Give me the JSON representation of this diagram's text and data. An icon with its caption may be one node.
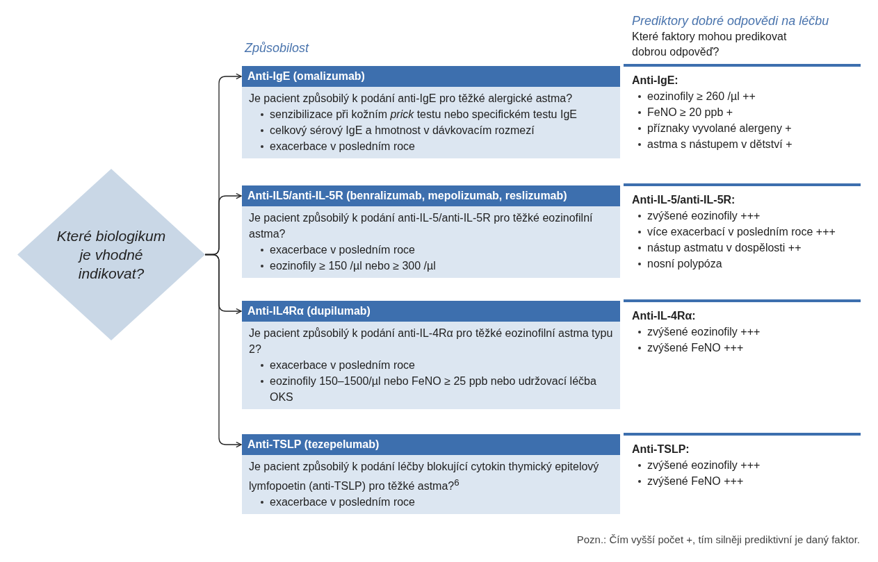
{
  "diagram": {
    "nodes": [
      {
        "text": [
          "Které biologikum je vhodné indikovat?"
        ]
      },
      {
        "text": [
          "**Anti-IgE** (omalizumab)",
          "Je pacient způsobilý k podání anti-IgE pro těžké alergické astma?",
          "senzibilizace při kožním *prick* testu nebo specifickém testu IgE",
          "celkový sérový IgE a hmotnost v dávkovacím rozmezí",
          "exacerbace v posledním roce"
        ]
      },
      {
        "text": [
          "Anti-IgE:",
          "eozinofily ≥ 260 /µl ++",
          "FeNO ≥  20 ppb +",
          "příznaky vyvolané alergeny +",
          "astma s nástupem v dětství +"
        ]
      },
      {
        "text": [
          "**Anti-IL5/anti-IL-5R** (benralizumab, mepolizumab, reslizumab)",
          "Je pacient způsobilý k podání anti-IL-5/anti-IL-5R pro těžké eozinofilní astma?",
          "exacerbace v posledním roce",
          "eozinofily ≥ 150 /µl nebo ≥ 300 /µl"
        ]
      },
      {
        "text": [
          "Anti-IL-5/anti-IL-5R:",
          "zvýšené eozinofily +++",
          "více exacerbací v posledním roce +++",
          "nástup astmatu v dospělosti ++",
          "nosní polypóza"
        ]
      },
      {
        "text": [
          "**Anti-IL4Rα** (dupilumab)",
          "Je pacient způsobilý k podání anti-IL-4Rα pro těžké eozinofilní astma typu 2?",
          "exacerbace v posledním roce",
          "eozinofily 150–1500/µl nebo FeNO ≥ 25 ppb nebo udržovací léčba OKS"
        ]
      },
      {
        "text": [
          "Anti-IL-4Rα:",
          "zvýšené eozinofily +++",
          "zvýšené FeNO +++"
        ]
      },
      {
        "text": [
          "**Anti-TSLP** (tezepelumab)",
          "Je pacient způsobilý k podání léčby blokující cytokin thymický epitelový lymfopoetin (anti-TSLP) pro těžké astma?$^{6}$",
          "exacerbace v posledním roce"
        ]
      },
      {
        "text": [
          "Anti-TSLP:",
          "zvýšené eozinofily +++",
          "zvýšené FeNO +++"
        ]
      }
    ],
    "edges": [
      {
        "from": 0,
        "to": 1,
        "arrow": "to"
      },
      {
        "from": 0,
        "to": 3,
        "arrow": "to"
      },
      {
        "from": 0,
        "to": 5,
        "arrow": "to"
      },
      {
        "from": 0,
        "to": 7,
        "arrow": "to"
      }
    ],
    "labels": [
      "Prediktory dobré odpovědi na léčbu",
      "Které faktory mohou predikovat dobrou odpověď?",
      "Způsobilost",
      "Pozn.: Čím vyšší počet +, tím silněji prediktivní je daný faktor."
    ]
  }
}
